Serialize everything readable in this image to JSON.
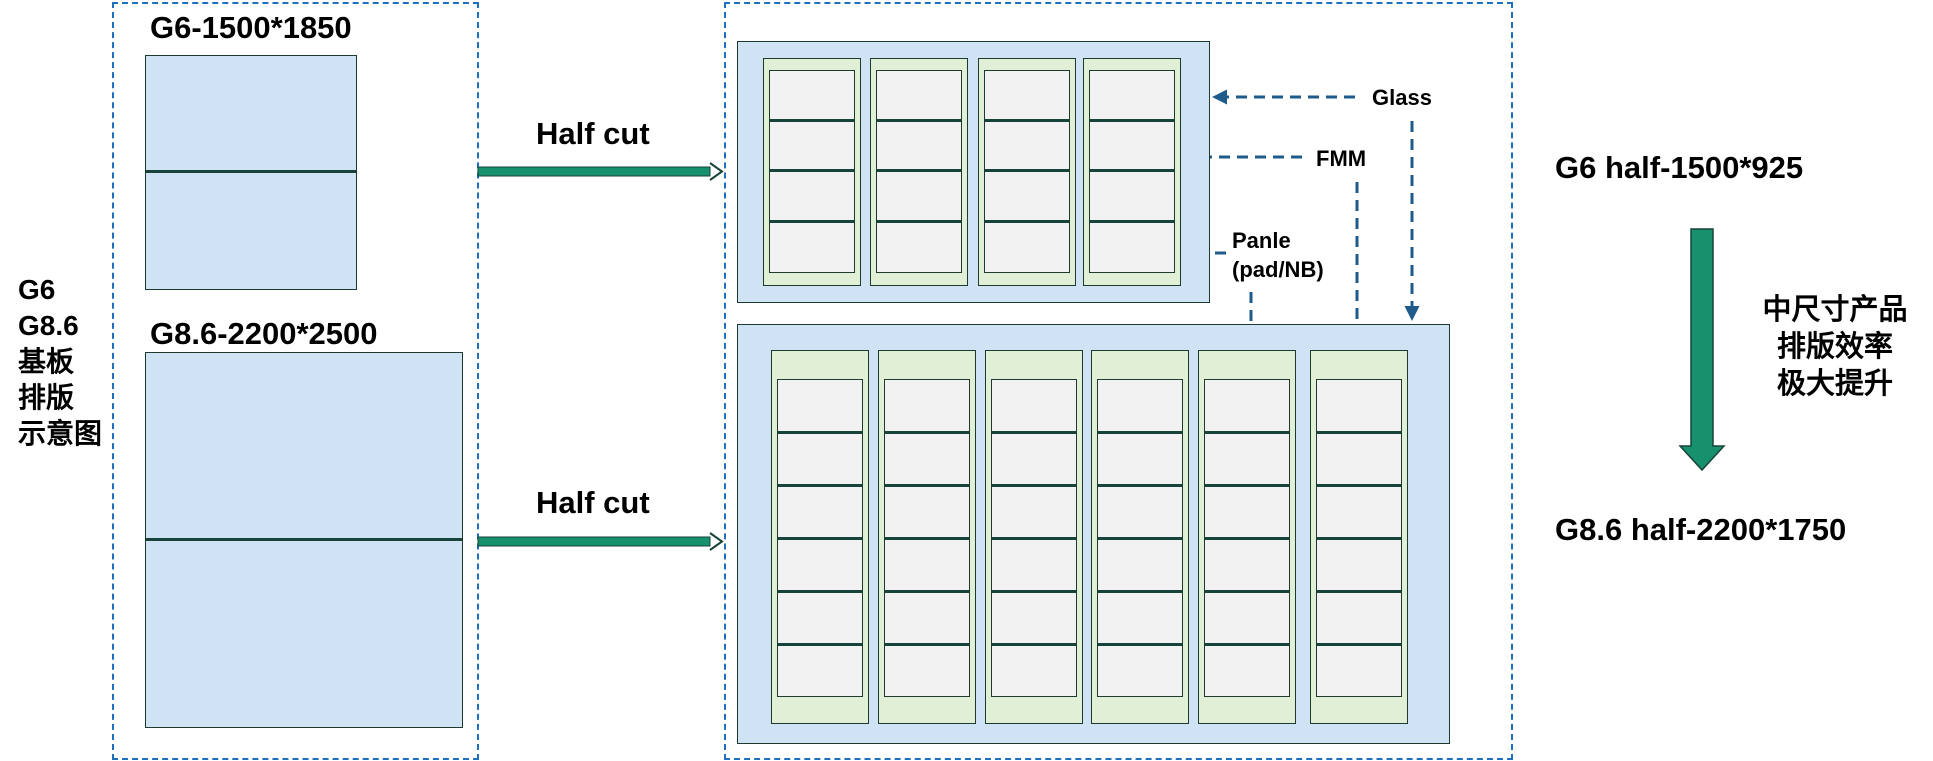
{
  "left_label": [
    "G6",
    "G8.6",
    "基板",
    "排版",
    "示意图"
  ],
  "substrates": {
    "g6": "G6-1500*1850",
    "g86": "G8.6-2200*2500"
  },
  "arrows": {
    "top": "Half cut",
    "bottom": "Half cut"
  },
  "callouts": {
    "glass": "Glass",
    "fmm": "FMM",
    "panel_line1": "Panle",
    "panel_line2": "(pad/NB)"
  },
  "right": {
    "g6_half": "G6 half-1500*925",
    "g86_half": "G8.6 half-2200*1750",
    "benefit": [
      "中尺寸产品",
      "排版效率",
      "极大提升"
    ]
  },
  "layout_counts": {
    "g6_half": {
      "fmm_columns": 4,
      "panels_per_column": 4
    },
    "g86_half": {
      "fmm_columns": 6,
      "panels_per_column": 6
    }
  },
  "colors": {
    "dashed_border": "#1f6fbf",
    "glass_fill": "#cfe3f5",
    "fmm_fill": "#e2efd7",
    "panel_fill": "#f2f2f2",
    "arrow_green": "#17906e",
    "callout_arrow": "#1e5a8a"
  }
}
